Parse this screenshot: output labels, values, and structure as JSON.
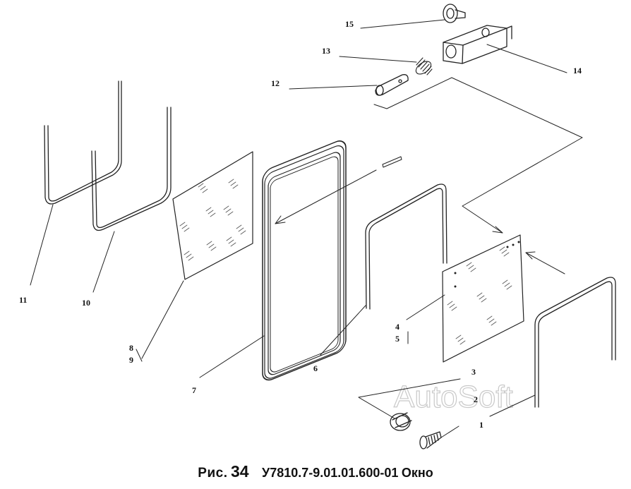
{
  "callouts": [
    "15",
    "13",
    "12",
    "14",
    "11",
    "10",
    "8",
    "9",
    "7",
    "6",
    "4",
    "5",
    "3",
    "2",
    "1"
  ],
  "watermark": "AutoSoft",
  "caption": {
    "prefix": "Рис.",
    "number": "34",
    "code": "У7810.7-9.01.01.600-01",
    "title": "Окно"
  }
}
